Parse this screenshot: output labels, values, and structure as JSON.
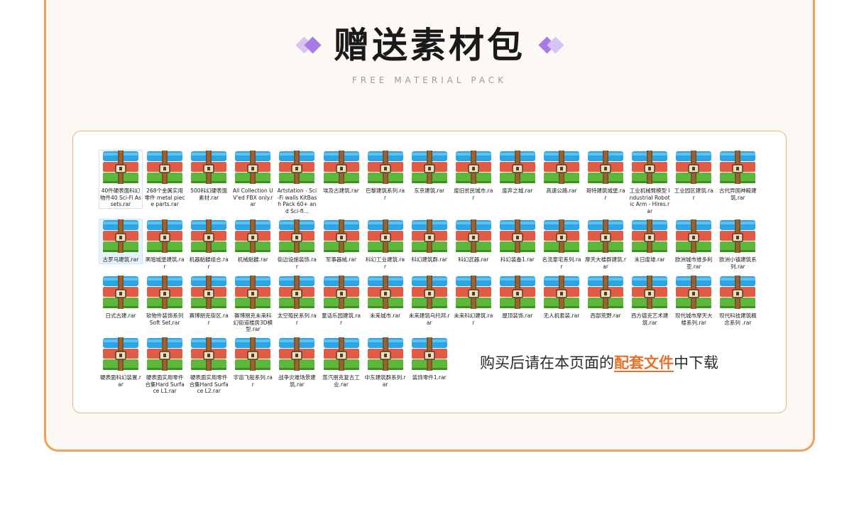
{
  "header": {
    "title": "赠送素材包",
    "subtitle": "FREE MATERIAL PACK"
  },
  "colors": {
    "border": "#F0A05A",
    "accent": "#E8712A",
    "diamond_light": "#D7C3F4",
    "diamond_dark": "#A57CE6",
    "icon_blue": "#2AA6E6",
    "icon_red": "#E25C45",
    "icon_green": "#5CB83A",
    "icon_strap": "#7A4A22"
  },
  "icon": "winrar-archive-icon",
  "files": [
    "40件硬表面科幻物件40 Sci-Fi Assets.rar",
    "268个金属实用零件 metal piece parts.rar",
    "500科幻硬表面素材.rar",
    "All Collection UV'ed FBX only.rar",
    "Artstation - Sci-Fi walls KitBash Pack 60+ and Sci-fi...",
    "埃及古建筑.rar",
    "巴黎建筑系列.rar",
    "东京建筑.rar",
    "废旧贫民城市.rar",
    "废弃之城.rar",
    "高速公路.rar",
    "哥特建筑城堡.rar",
    "工业机械臂模型 Industrial Robotic Arm - Hires.rar",
    "工业园区建筑.rar",
    "古代异国神殿建筑.rar",
    "古罗马建筑.rar",
    "黑暗城堡建筑.rar",
    "机器骷髅组合.rar",
    "机械骷髅.rar",
    "街边设施装饰.rar",
    "军事器械.rar",
    "科幻工业建筑.rar",
    "科幻建筑群.rar",
    "科幻武器.rar",
    "科幻装备1.rar",
    "名流豪宅系列.rar",
    "摩天大楼群建筑.rar",
    "末日废墟.rar",
    "欧洲城市维多利亚.rar",
    "欧洲小镇建筑系列.rar",
    "日式古建.rar",
    "软物件装饰系列 Soft Set.rar",
    "赛博朋克街区.rar",
    "赛博朋克未来科幻街道楼房3D模型.rar",
    "太空殖民系列.rar",
    "童话乐园建筑.rar",
    "未来城市.rar",
    "未来建筑乌托邦.rar",
    "未来科幻建筑.rar",
    "屋顶装饰.rar",
    "无人机套装.rar",
    "西部荒野.rar",
    "西方德克艺术建筑.rar",
    "现代城市摩天大楼系列.rar",
    "现代科技建筑概念系列 .rar",
    "硬表面科幻装置.rar",
    "硬表面实用零件合集Hard Surface L1.rar",
    "硬表面实用零件合集Hard Surface L2.rar",
    "宇宙飞船系列.rar",
    "战争灾难场景建筑.rar",
    "蒸汽朋克复古工业.rar",
    "中东建筑群系列.rar",
    "装饰零件1.rar"
  ],
  "notice": {
    "before": "购买后请在本页面的",
    "highlight": "配套文件",
    "after": "中下载"
  }
}
